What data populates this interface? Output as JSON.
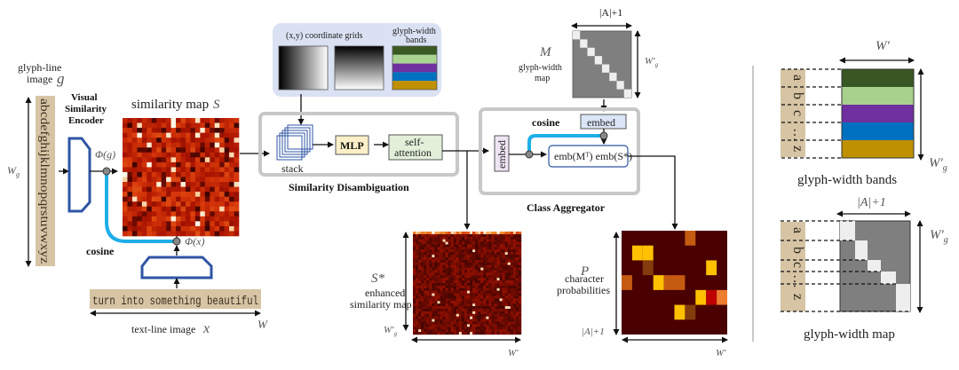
{
  "left": {
    "glyph_line_label_line1": "glyph-line",
    "glyph_line_label_line2": "image",
    "glyph_symbol": "g",
    "glyph_strip_text": "abcdefghijklmnopqrstuvwxyz",
    "Wg_label": "W",
    "Wg_sub": "g",
    "encoder_title_1": "Visual",
    "encoder_title_2": "Similarity",
    "encoder_title_3": "Encoder",
    "phi_g": "Φ(g)",
    "phi_x": "Φ(x)",
    "cosine": "cosine",
    "similarity_map_label": "similarity map",
    "similarity_map_symbol": "S",
    "text_line_text": "turn into something beautiful",
    "text_line_label": "text-line image",
    "text_line_symbol": "x",
    "W_label": "W"
  },
  "disambiguation": {
    "coord_label": "(x,y)  coordinate grids",
    "bands_label_1": "glyph-width",
    "bands_label_2": "bands",
    "stack_label": "stack",
    "mlp_label": "MLP",
    "self_attn_1": "self-",
    "self_attn_2": "attention",
    "title": "Similarity Disambiguation",
    "band_colors": [
      "#3a5a22",
      "#a8d490",
      "#7030a0",
      "#0070c0",
      "#bf9000"
    ]
  },
  "aggregator": {
    "M_symbol": "M",
    "M_label_1": "glyph-width",
    "M_label_2": "map",
    "A_plus_1": "|A|+1",
    "Wg_prime": "W′",
    "Wg_prime_sub": "g",
    "cosine": "cosine",
    "embed_top": "embed",
    "embed_side": "embed",
    "product_label": "emb(Mᵀ) emb(S*)",
    "title": "Class Aggregator"
  },
  "outputs": {
    "enhanced_symbol": "S*",
    "enhanced_label_1": "enhanced",
    "enhanced_label_2": "similarity map",
    "Wg_prime": "W′",
    "Wg_prime_sub": "g",
    "W_prime": "W′",
    "P_symbol": "P",
    "P_label_1": "character",
    "P_label_2": "probabilities",
    "A_plus_1": "|A|+1",
    "W_prime_2": "W′"
  },
  "right_panel": {
    "W_prime": "W′",
    "Wg_prime": "W′",
    "Wg_prime_sub": "g",
    "bands_caption": "glyph-width bands",
    "A_plus_1": "|A|+1",
    "map_caption": "glyph-width map",
    "strip_chars": [
      "a",
      "b",
      "c",
      "…",
      "z"
    ],
    "band_colors": [
      "#385723",
      "#a9d18e",
      "#7030a0",
      "#0070c0",
      "#bf9000"
    ]
  },
  "colors": {
    "encoder_blue": "#2f55a4",
    "cosine_cyan": "#1eaee8",
    "box_gray": "#cccccc",
    "mlp_fill": "#fdf0c8",
    "attn_fill": "#e2efd9",
    "embed_fill": "#dbe5f5",
    "embed_side_fill": "#efe4f2",
    "coord_panel": "#dae1f3",
    "map_gray": "#7f7f7f",
    "map_light": "#eeeeee",
    "strip_tan": "#d6c4a4",
    "prob_bg": "#4a0000"
  }
}
